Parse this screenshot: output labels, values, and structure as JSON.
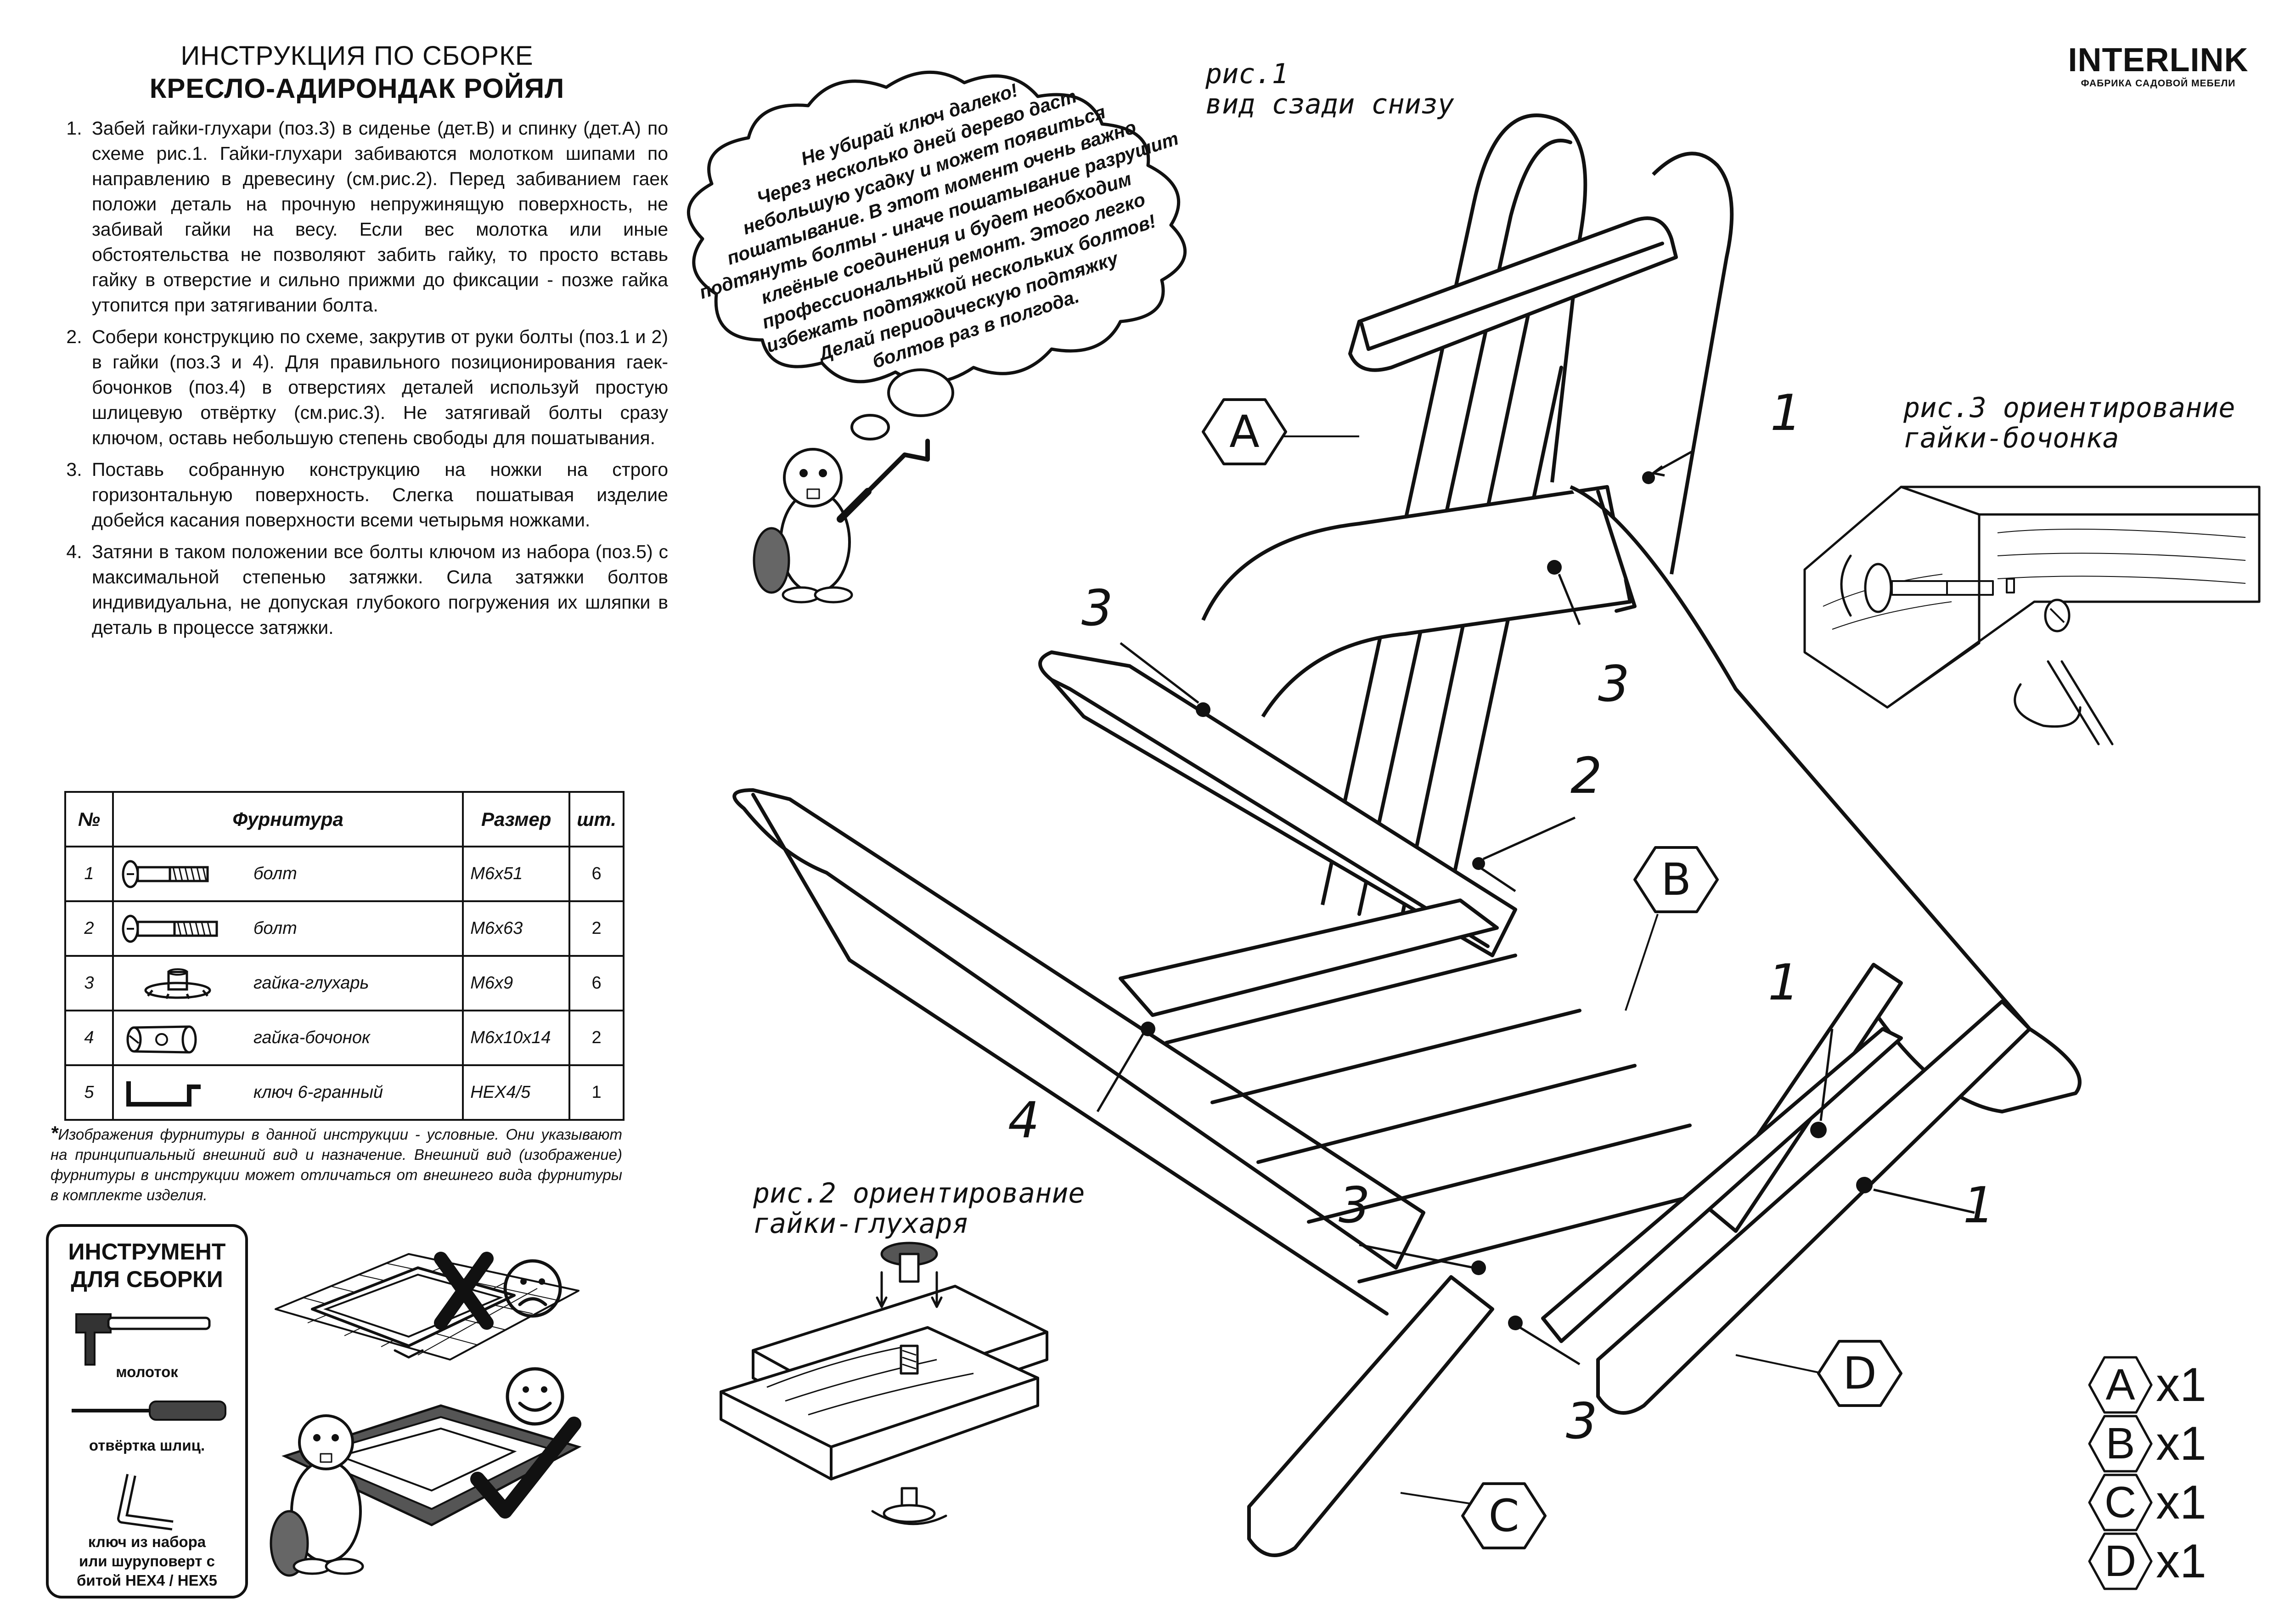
{
  "header": {
    "title_line1": "ИНСТРУКЦИЯ ПО СБОРКЕ",
    "title_line2": "КРЕСЛО-АДИРОНДАК РОЙЯЛ"
  },
  "steps": [
    "Забей гайки-глухари (поз.3) в сиденье (дет.B) и спинку (дет.А) по схеме рис.1. Гайки-глухари забиваются молотком шипами по направлению в древесину (см.рис.2). Перед забиванием гаек положи деталь на прочную непружинящую поверхность, не забивай гайки на весу. Если вес молотка или иные обстоятельства не позволяют забить гайку, то просто вставь гайку в отверстие и сильно прижми до фиксации - позже гайка утопится при затягивании болта.",
    "Собери конструкцию по схеме, закрутив от руки болты (поз.1 и 2) в гайки (поз.3 и 4). Для правильного позиционирования гаек-бочонков (поз.4) в отверстиях деталей используй простую шлицевую отвёртку (см.рис.3). Не затягивай болты сразу ключом, оставь небольшую степень свободы для пошатывания.",
    "Поставь собранную конструкцию на ножки на строго горизонтальную поверхность. Слегка пошатывая изделие добейся касания поверхности всеми четырьмя ножками.",
    "Затяни в таком положении все болты ключом из набора (поз.5) с максимальной степенью затяжки. Сила затяжки болтов индивидуальна, не допуская глубокого погружения их шляпки в деталь в процессе затяжки."
  ],
  "hardware_table": {
    "headers": [
      "№",
      "Фурнитура",
      "Размер",
      "шт."
    ],
    "rows": [
      {
        "num": "1",
        "name": "болт",
        "size": "М6х51",
        "qty": "6",
        "icon": "bolt-icon"
      },
      {
        "num": "2",
        "name": "болт",
        "size": "М6х63",
        "qty": "2",
        "icon": "bolt-icon"
      },
      {
        "num": "3",
        "name": "гайка-глухарь",
        "size": "М6х9",
        "qty": "6",
        "icon": "tee-nut-icon"
      },
      {
        "num": "4",
        "name": "гайка-бочонок",
        "size": "М6х10х14",
        "qty": "2",
        "icon": "barrel-nut-icon"
      },
      {
        "num": "5",
        "name": "ключ 6-гранный",
        "size": "HEX4/5",
        "qty": "1",
        "icon": "hex-key-icon"
      }
    ]
  },
  "footnote": {
    "star": "*",
    "text": "Изображения фурнитуры в данной инструкции - условные. Они указывают на принципиальный внешний вид и назначение. Внешний вид (изображение) фурнитуры в инструкции может отличаться от внешнего вида фурнитуры в комплекте изделия."
  },
  "tools": {
    "title_line1": "ИНСТРУМЕНТ",
    "title_line2": "ДЛЯ СБОРКИ",
    "hammer": "молоток",
    "screwdriver": "отвёртка шлиц.",
    "key_line1": "ключ из набора",
    "key_line2": "или шуруповерт с",
    "key_line3": "битой HEX4 / HEX5"
  },
  "logo": {
    "name": "INTERLINK",
    "subtitle": "ФАБРИКА САДОВОЙ МЕБЕЛИ"
  },
  "bubble": {
    "lines": [
      "Не убирай ключ далеко!",
      "Через несколько дней дерево даст",
      "небольшую усадку и может появиться",
      "пошатывание. В этот момент очень важно",
      "подтянуть болты - иначе пошатывание разрушит",
      "клеёные соединения и будет необходим",
      "профессиональный ремонт. Этого легко",
      "избежать подтяжкой нескольких болтов!",
      "Делай периодическую подтяжку",
      "болтов раз в полгода."
    ]
  },
  "figures": {
    "fig1_line1": "рис.1",
    "fig1_line2": "вид сзади снизу",
    "fig2_line1": "рис.2 ориентирование",
    "fig2_line2": "гайки-глухаря",
    "fig3_line1": "рис.3 ориентирование",
    "fig3_line2": "гайки-бочонка"
  },
  "callouts": {
    "n1": "1",
    "n2": "2",
    "n3": "3",
    "n4": "4",
    "A": "A",
    "B": "B",
    "C": "C",
    "D": "D"
  },
  "parts_count": [
    {
      "letter": "A",
      "count": "x1"
    },
    {
      "letter": "B",
      "count": "x1"
    },
    {
      "letter": "C",
      "count": "x1"
    },
    {
      "letter": "D",
      "count": "x1"
    }
  ]
}
